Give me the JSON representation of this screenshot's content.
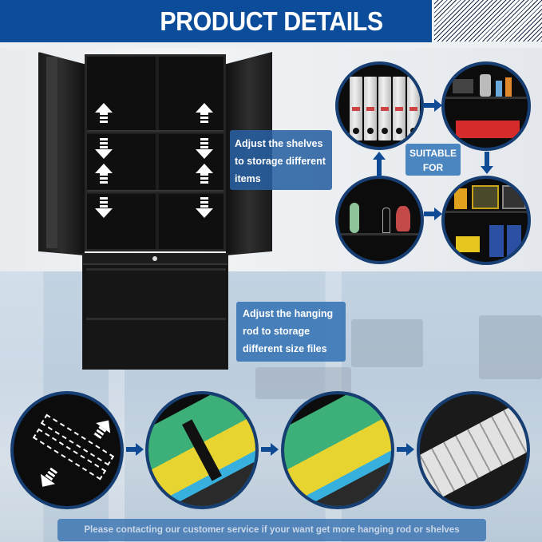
{
  "header": {
    "title": "PRODUCT DETAILS",
    "bar_color": "#0b4d9b"
  },
  "callouts": {
    "shelves": {
      "lines": [
        "Adjust the shelves",
        "to storage different",
        "items"
      ]
    },
    "rod": {
      "lines": [
        "Adjust the hanging",
        "rod to storage",
        "different size files"
      ]
    },
    "suitable": {
      "lines": [
        "SUITABLE",
        "FOR"
      ]
    }
  },
  "suitable_for_items": [
    {
      "name": "binders"
    },
    {
      "name": "spray tools and parts bins"
    },
    {
      "name": "tool cases and oil bottles"
    },
    {
      "name": "decor and glassware"
    }
  ],
  "hanging_rod_steps": [
    {
      "step": 1,
      "name": "adjustable rod"
    },
    {
      "step": 2,
      "name": "hanging files separated"
    },
    {
      "step": 3,
      "name": "hanging files combined"
    },
    {
      "step": 4,
      "name": "binders on rod"
    }
  ],
  "footer": {
    "note": "Please contacting our customer service if your want get more hanging rod or shelves"
  },
  "colors": {
    "accent": "#0b4d9b",
    "callout": "#2860a0",
    "circle_border": "#163e72"
  }
}
